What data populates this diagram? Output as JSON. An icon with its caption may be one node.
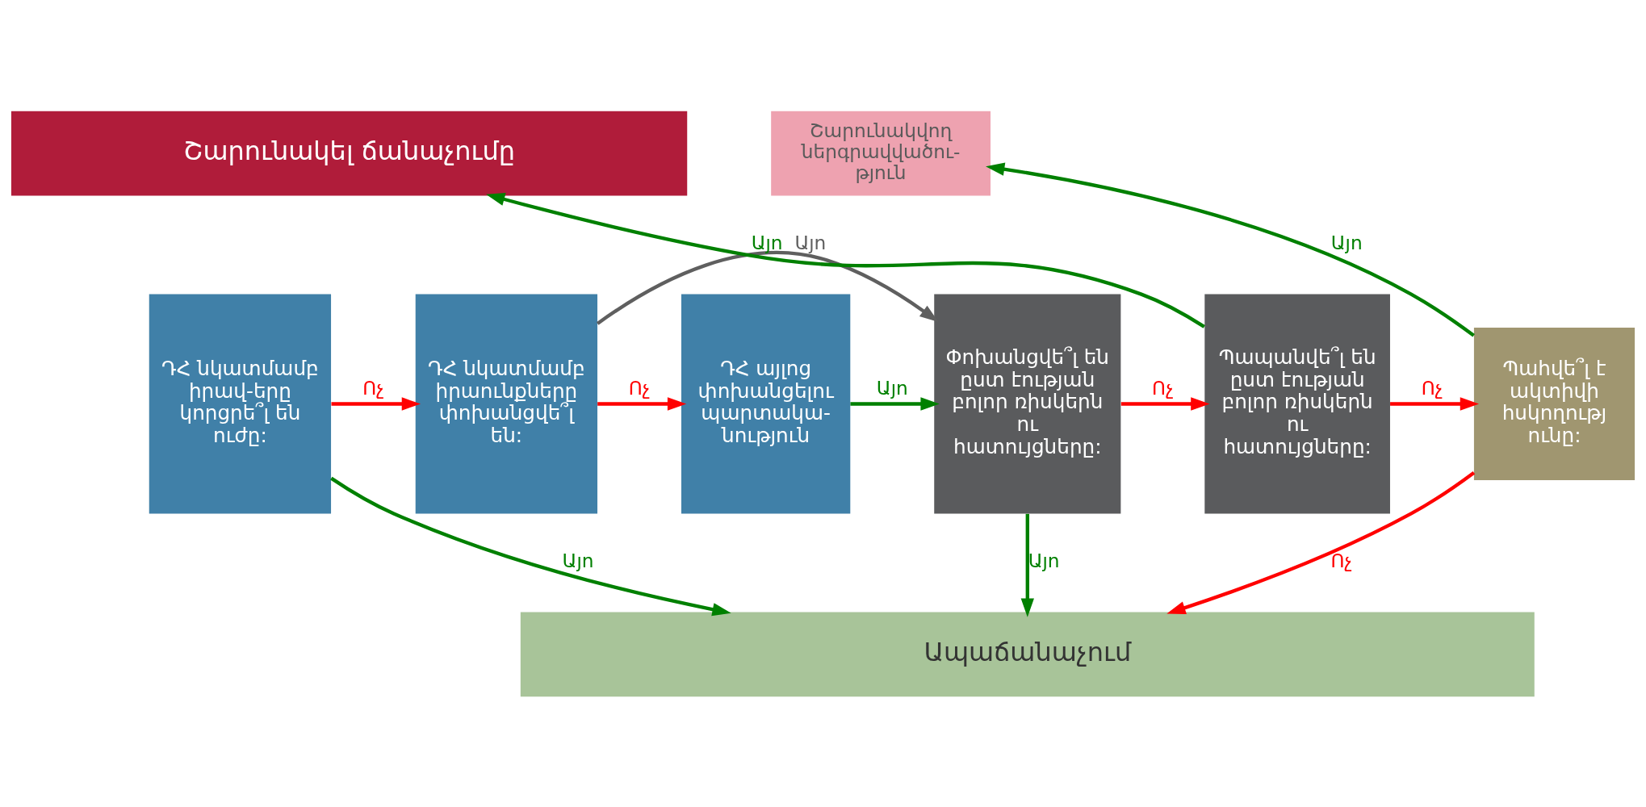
{
  "diagram": {
    "nodes": [
      {
        "text": [
          "Շարունակել ճանաչումը"
        ]
      },
      {
        "text": [
          "Շարունակվող ներգրավվածու- թյուն"
        ]
      },
      {
        "text": [
          "ԴՀ նկատմամբ իրավ-երը կորցրե՞լ են ուժը:"
        ]
      },
      {
        "text": [
          "ԴՀ նկատմամբ իրաունքները փոխանցվե՞լ են:"
        ]
      },
      {
        "text": [
          "ԴՀ այլոց փոխանցելու պարտակա- նություն"
        ]
      },
      {
        "text": [
          "Փոխանցվե՞լ են ըստ էության բոլոր ռիսկերն ու հատույցները:"
        ]
      },
      {
        "text": [
          "Պապանվե՞լ են ըստ էության բոլոր ռիսկերն ու հատույցները:"
        ]
      },
      {
        "text": [
          "Պահվե՞լ է ակտիվի հսկողությ ունը:"
        ]
      },
      {
        "text": [
          "Ապաճանաչում"
        ]
      }
    ],
    "edges": [
      {
        "from": 2,
        "to": 3,
        "arrow": "to",
        "label": "Ոչ",
        "color": "#ff0000"
      },
      {
        "from": 3,
        "to": 4,
        "arrow": "to",
        "label": "Ոչ",
        "color": "#ff0000"
      },
      {
        "from": 2,
        "to": 8,
        "arrow": "to",
        "label": "Այո",
        "color": "#008000"
      },
      {
        "from": 3,
        "to": 5,
        "arrow": "to",
        "label": "Այո",
        "color": "#5f5f5f"
      },
      {
        "from": 4,
        "to": 5,
        "arrow": "to",
        "label": "Այո",
        "color": "#008000"
      },
      {
        "from": 5,
        "to": 6,
        "arrow": "to",
        "label": "Ոչ",
        "color": "#ff0000"
      },
      {
        "from": 5,
        "to": 8,
        "arrow": "to",
        "label": "Այո",
        "color": "#008000"
      },
      {
        "from": 6,
        "to": 0,
        "arrow": "to",
        "label": "Այո",
        "color": "#008000"
      },
      {
        "from": 6,
        "to": 7,
        "arrow": "to",
        "label": "Ոչ",
        "color": "#ff0000"
      },
      {
        "from": 7,
        "to": 1,
        "arrow": "to",
        "label": "Այո",
        "color": "#008000"
      },
      {
        "from": 7,
        "to": 8,
        "arrow": "to",
        "label": "Ոչ",
        "color": "#ff0000"
      }
    ]
  }
}
